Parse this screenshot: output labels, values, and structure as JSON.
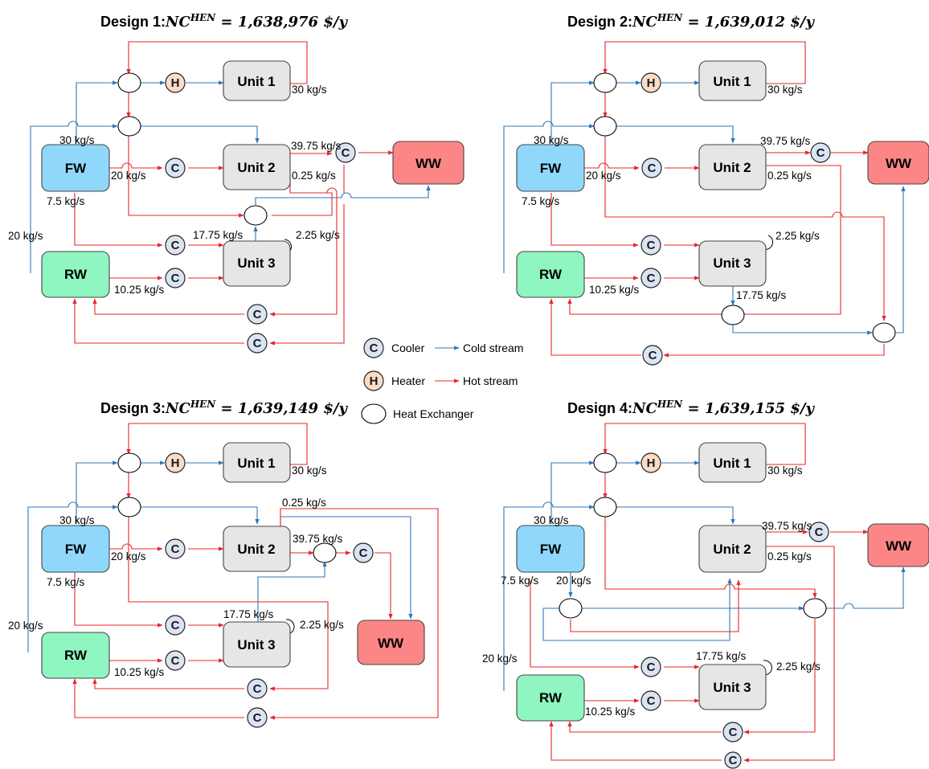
{
  "designs": [
    {
      "prefix": "Design 1:",
      "formula": "NC",
      "sup": "HEN",
      "value": " = 1,638,976 $/y"
    },
    {
      "prefix": "Design 2:",
      "formula": "NC",
      "sup": "HEN",
      "value": " = 1,639,012 $/y"
    },
    {
      "prefix": "Design 3:",
      "formula": "NC",
      "sup": "HEN",
      "value": " = 1,639,149 $/y"
    },
    {
      "prefix": "Design 4:",
      "formula": "NC",
      "sup": "HEN",
      "value": " = 1,639,155 $/y"
    }
  ],
  "boxes": {
    "unit1": "Unit 1",
    "unit2": "Unit 2",
    "unit3": "Unit 3",
    "fw": "FW",
    "rw": "RW",
    "ww": "WW"
  },
  "symbols": {
    "cooler": "C",
    "heater": "H"
  },
  "flows": {
    "f30": "30 kg/s",
    "f20": "20 kg/s",
    "f7_5": "7.5 kg/s",
    "f39_75": "39.75 kg/s",
    "f0_25": "0.25 kg/s",
    "f17_75": "17.75 kg/s",
    "f2_25": "2.25 kg/s",
    "f10_25": "10.25 kg/s"
  },
  "legend": {
    "cooler": "Cooler",
    "heater": "Heater",
    "hx": "Heat Exchanger",
    "cold": "Cold stream",
    "hot": "Hot stream"
  },
  "colors": {
    "hot": "#e8262a",
    "cold": "#2f77b8",
    "fw": "#8fd8fb",
    "rw": "#8ff5c1",
    "ww": "#fc8686",
    "unit": "#e6e6e6",
    "cooler": "#dbe4f3",
    "heater": "#fbdcc6"
  }
}
